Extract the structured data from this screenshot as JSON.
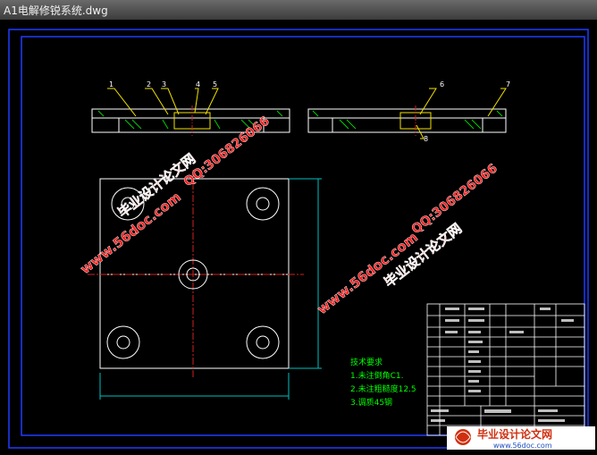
{
  "window": {
    "title": "A1电解修锐系统.dwg"
  },
  "callouts": [
    "1",
    "2",
    "3",
    "4",
    "5",
    "6",
    "7"
  ],
  "callout_extra": "8",
  "tech_notes": {
    "heading": "技术要求",
    "items": [
      "1.未注倒角C1.",
      "2.未注粗糙度12.5",
      "3.调质45钢"
    ]
  },
  "watermarks": {
    "site": "www.56doc.com",
    "qq": "QQ:306826066",
    "brand": "毕业设计论文网"
  },
  "footer_logo": {
    "name": "毕业设计论文网",
    "url": "www.56doc.com"
  },
  "colors": {
    "background": "#000000",
    "border": "#1f3cff",
    "lines": "#ffffff",
    "leaders": "#f0e000",
    "section_green": "#00d000",
    "dims": "#00c0c0",
    "centerline": "#d02020",
    "watermark": "#ff2020",
    "notes": "#00ff00"
  }
}
